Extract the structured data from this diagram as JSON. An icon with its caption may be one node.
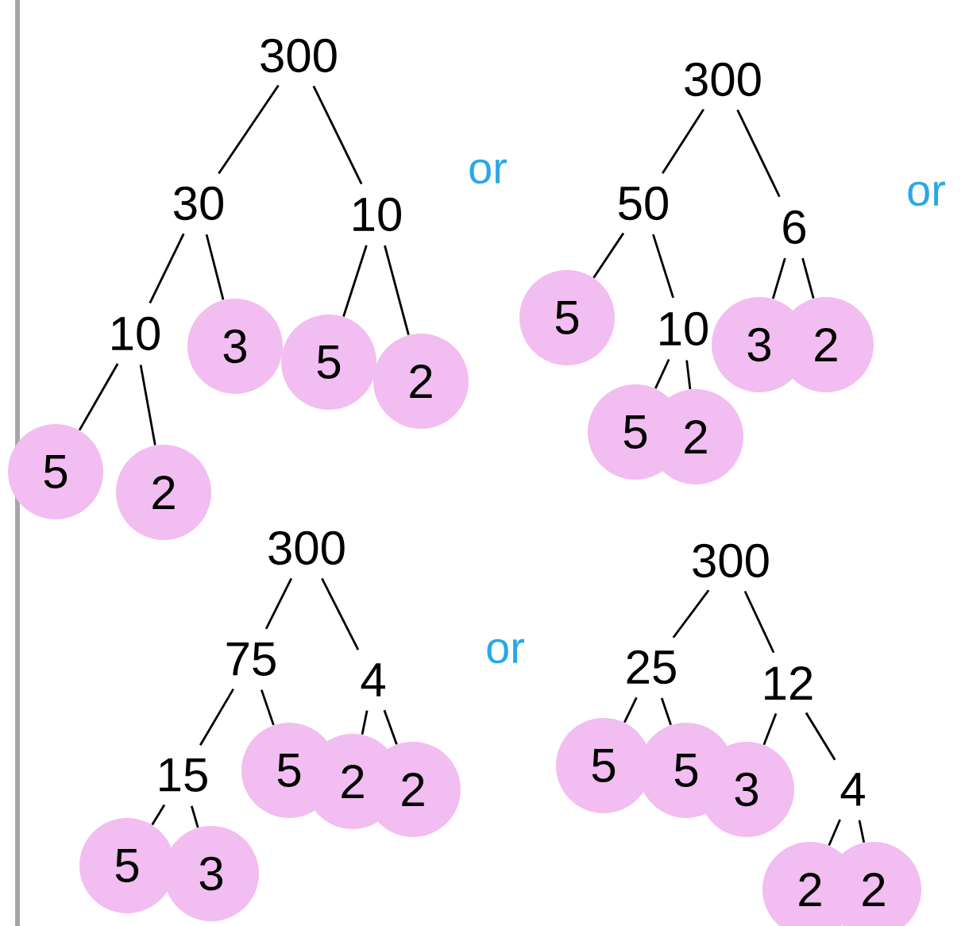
{
  "diagram": {
    "nodes": [
      {
        "text": [
          "300"
        ]
      },
      {
        "text": [
          "30"
        ]
      },
      {
        "text": [
          "10"
        ]
      },
      {
        "text": [
          "10"
        ]
      },
      {
        "text": [
          "3"
        ]
      },
      {
        "text": [
          "5"
        ]
      },
      {
        "text": [
          "2"
        ]
      },
      {
        "text": [
          "5"
        ]
      },
      {
        "text": [
          "2"
        ]
      },
      {
        "text": [
          "300"
        ]
      },
      {
        "text": [
          "50"
        ]
      },
      {
        "text": [
          "6"
        ]
      },
      {
        "text": [
          "5"
        ]
      },
      {
        "text": [
          "10"
        ]
      },
      {
        "text": [
          "3"
        ]
      },
      {
        "text": [
          "2"
        ]
      },
      {
        "text": [
          "5"
        ]
      },
      {
        "text": [
          "2"
        ]
      },
      {
        "text": [
          "300"
        ]
      },
      {
        "text": [
          "75"
        ]
      },
      {
        "text": [
          "4"
        ]
      },
      {
        "text": [
          "15"
        ]
      },
      {
        "text": [
          "5"
        ]
      },
      {
        "text": [
          "2"
        ]
      },
      {
        "text": [
          "2"
        ]
      },
      {
        "text": [
          "5"
        ]
      },
      {
        "text": [
          "3"
        ]
      },
      {
        "text": [
          "300"
        ]
      },
      {
        "text": [
          "25"
        ]
      },
      {
        "text": [
          "12"
        ]
      },
      {
        "text": [
          "5"
        ]
      },
      {
        "text": [
          "5"
        ]
      },
      {
        "text": [
          "3"
        ]
      },
      {
        "text": [
          "4"
        ]
      },
      {
        "text": [
          "2"
        ]
      },
      {
        "text": [
          "2"
        ]
      }
    ],
    "edges": [
      {
        "from": 0,
        "to": 1,
        "arrow": "none"
      },
      {
        "from": 0,
        "to": 2,
        "arrow": "none"
      },
      {
        "from": 1,
        "to": 3,
        "arrow": "none"
      },
      {
        "from": 1,
        "to": 4,
        "arrow": "none"
      },
      {
        "from": 2,
        "to": 5,
        "arrow": "none"
      },
      {
        "from": 2,
        "to": 6,
        "arrow": "none"
      },
      {
        "from": 3,
        "to": 7,
        "arrow": "none"
      },
      {
        "from": 3,
        "to": 8,
        "arrow": "none"
      },
      {
        "from": 9,
        "to": 10,
        "arrow": "none"
      },
      {
        "from": 9,
        "to": 11,
        "arrow": "none"
      },
      {
        "from": 10,
        "to": 12,
        "arrow": "none"
      },
      {
        "from": 10,
        "to": 13,
        "arrow": "none"
      },
      {
        "from": 13,
        "to": 16,
        "arrow": "none"
      },
      {
        "from": 13,
        "to": 17,
        "arrow": "none"
      },
      {
        "from": 11,
        "to": 14,
        "arrow": "none"
      },
      {
        "from": 11,
        "to": 15,
        "arrow": "none"
      },
      {
        "from": 18,
        "to": 19,
        "arrow": "none"
      },
      {
        "from": 18,
        "to": 20,
        "arrow": "none"
      },
      {
        "from": 19,
        "to": 21,
        "arrow": "none"
      },
      {
        "from": 19,
        "to": 22,
        "arrow": "none"
      },
      {
        "from": 21,
        "to": 25,
        "arrow": "none"
      },
      {
        "from": 21,
        "to": 26,
        "arrow": "none"
      },
      {
        "from": 20,
        "to": 23,
        "arrow": "none"
      },
      {
        "from": 20,
        "to": 24,
        "arrow": "none"
      },
      {
        "from": 27,
        "to": 28,
        "arrow": "none"
      },
      {
        "from": 27,
        "to": 29,
        "arrow": "none"
      },
      {
        "from": 28,
        "to": 30,
        "arrow": "none"
      },
      {
        "from": 28,
        "to": 31,
        "arrow": "none"
      },
      {
        "from": 29,
        "to": 32,
        "arrow": "none"
      },
      {
        "from": 29,
        "to": 33,
        "arrow": "none"
      },
      {
        "from": 33,
        "to": 34,
        "arrow": "none"
      },
      {
        "from": 33,
        "to": 35,
        "arrow": "none"
      }
    ],
    "labels": [
      "or",
      "or",
      "or"
    ]
  }
}
